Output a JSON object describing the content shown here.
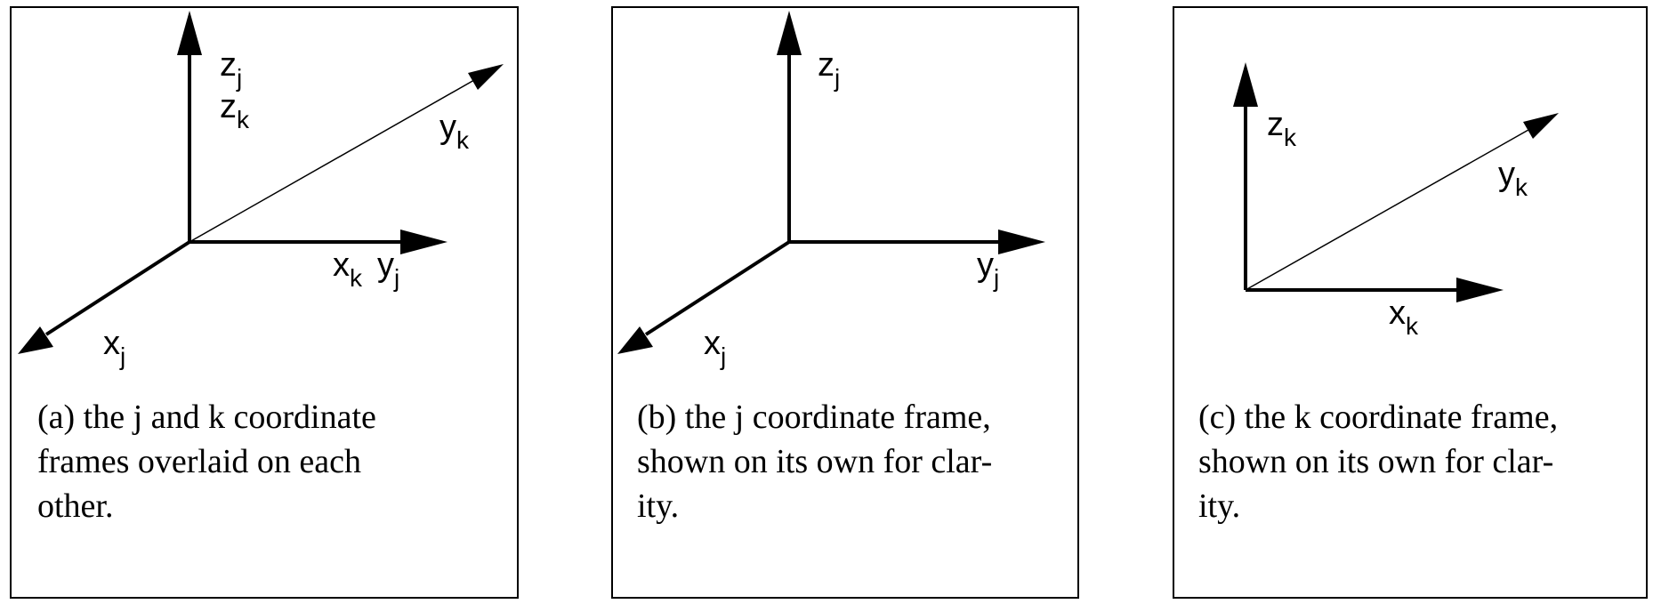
{
  "panels": [
    {
      "axes": [
        {
          "main": "z",
          "sub": "j"
        },
        {
          "main": "z",
          "sub": "k"
        },
        {
          "main": "y",
          "sub": "k"
        },
        {
          "main": "x",
          "sub": "k"
        },
        {
          "main": "y",
          "sub": "j"
        },
        {
          "main": "x",
          "sub": "j"
        }
      ],
      "caption_lines": [
        "(a) the j and k coordinate",
        "frames overlaid on each",
        "other."
      ]
    },
    {
      "axes": [
        {
          "main": "z",
          "sub": "j"
        },
        {
          "main": "y",
          "sub": "j"
        },
        {
          "main": "x",
          "sub": "j"
        }
      ],
      "caption_lines": [
        "(b) the j coordinate frame,",
        "shown on its own for clar-",
        "ity."
      ]
    },
    {
      "axes": [
        {
          "main": "z",
          "sub": "k"
        },
        {
          "main": "y",
          "sub": "k"
        },
        {
          "main": "x",
          "sub": "k"
        }
      ],
      "caption_lines": [
        "(c) the k coordinate frame,",
        "shown on its own for clar-",
        "ity."
      ]
    }
  ]
}
